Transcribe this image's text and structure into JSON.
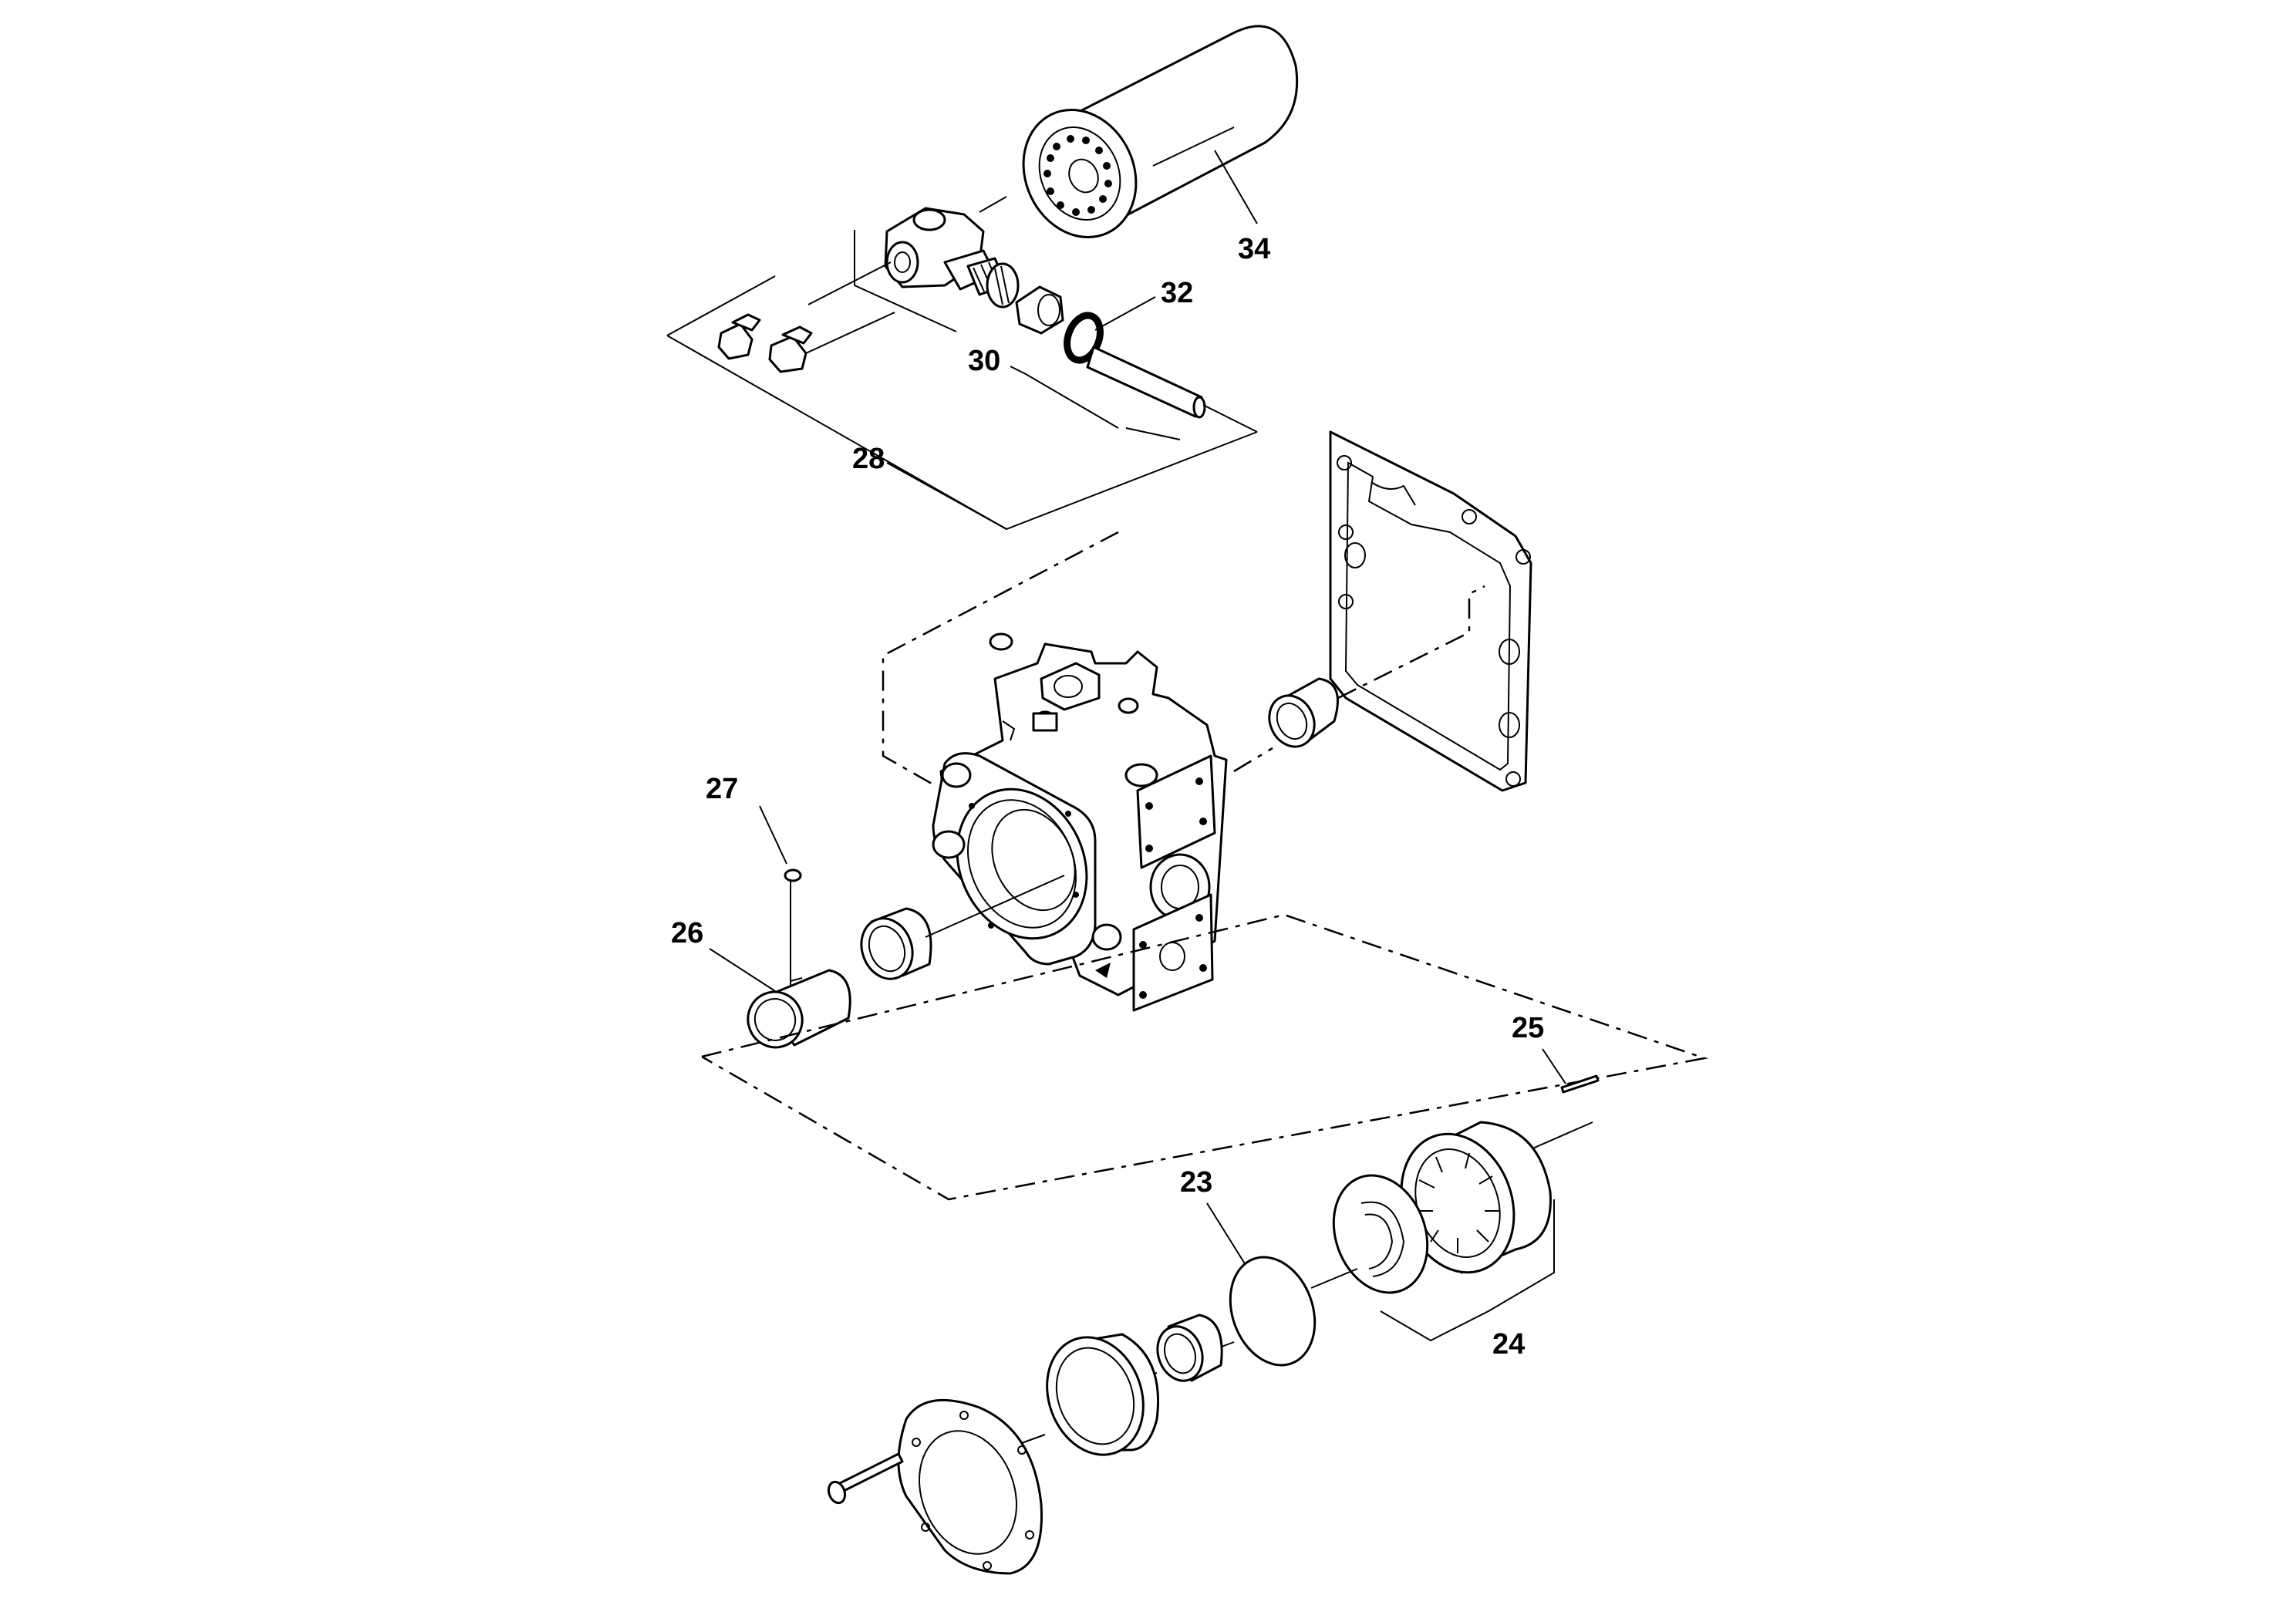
{
  "callouts": {
    "p23": "23",
    "p24": "24",
    "p25": "25",
    "p26": "26",
    "p27": "27",
    "p28": "28",
    "p30": "30",
    "p32": "32",
    "p34": "34"
  }
}
